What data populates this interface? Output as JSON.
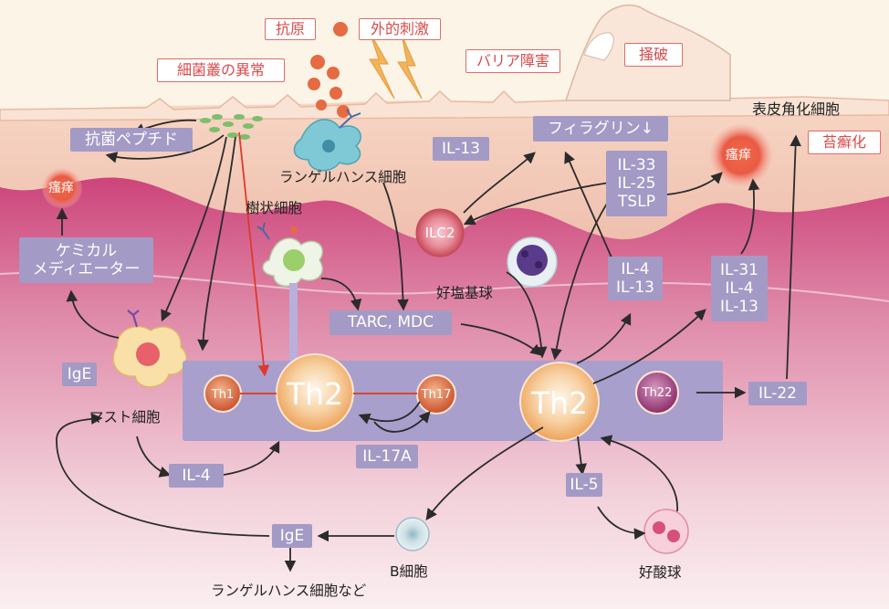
{
  "labels": {
    "antigen": "抗原",
    "external_stimulus": "外的刺激",
    "barrier_disorder": "バリア障害",
    "scratch": "掻破",
    "flora_abnormality": "細菌叢の異常",
    "antimicrobial_peptide": "抗菌ペプチド",
    "langerhans_cell": "ランゲルハンス細胞",
    "dendritic_cell": "樹状細胞",
    "keratinocyte": "表皮角化細胞",
    "lichenification": "苔癬化",
    "filaggrin": "フィラグリン↓",
    "il13_top": "IL-13",
    "il33_25_tslp": [
      "IL-33",
      "IL-25",
      "TSLP"
    ],
    "ilc2": "ILC2",
    "basophil": "好塩基球",
    "itch_top": "瘙痒",
    "itch_left": "瘙痒",
    "chemical_mediator": [
      "ケミカル",
      "メディエーター"
    ],
    "tarc_mdc": "TARC, MDC",
    "il4_il13": [
      "IL-4",
      "IL-13"
    ],
    "il31_4_13": [
      "IL-31",
      "IL-4",
      "IL-13"
    ],
    "ige_left": "IgE",
    "mast_cell": "マスト細胞",
    "th1": "Th1",
    "th2_left": "Th2",
    "th17": "Th17",
    "th2_right": "Th2",
    "th22": "Th22",
    "il22": "IL-22",
    "il17a": "IL-17A",
    "il4_bottom": "IL-4",
    "il5": "IL-5",
    "ige_bottom": "IgE",
    "b_cell": "B細胞",
    "eosinophil": "好酸球",
    "langerhans_etc": "ランゲルハンス細胞など"
  },
  "colors": {
    "cytokine_box": "#a49ac6",
    "th_panel": "#a99fcc",
    "red_label": "#e26a6a",
    "arrow": "#2b2b2b",
    "red_arrow": "#e0392c",
    "th2_cell": "#f2b06a"
  }
}
